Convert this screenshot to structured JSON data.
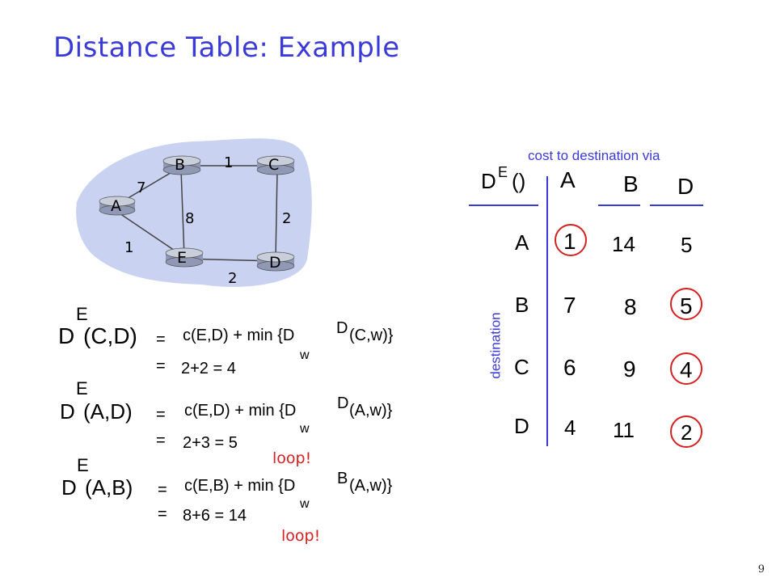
{
  "slide": {
    "title": "Distance Table: Example",
    "page_number": "9"
  },
  "network": {
    "nodes": [
      {
        "id": "A",
        "label": "A"
      },
      {
        "id": "B",
        "label": "B"
      },
      {
        "id": "C",
        "label": "C"
      },
      {
        "id": "D",
        "label": "D"
      },
      {
        "id": "E",
        "label": "E"
      }
    ],
    "edges": [
      {
        "from": "A",
        "to": "B",
        "cost": "7"
      },
      {
        "from": "A",
        "to": "E",
        "cost": "1"
      },
      {
        "from": "B",
        "to": "C",
        "cost": "1"
      },
      {
        "from": "B",
        "to": "E",
        "cost": "8"
      },
      {
        "from": "C",
        "to": "D",
        "cost": "2"
      },
      {
        "from": "E",
        "to": "D",
        "cost": "2"
      }
    ],
    "colors": {
      "cloud": "#c9d2f0",
      "node": "#8f98b4",
      "node_top": "#c8ceda"
    }
  },
  "equations": [
    {
      "lhs_main": "D",
      "lhs_super": "E",
      "lhs_args": "(C,D)",
      "eq1": "=",
      "rhs": "c(E,D) + min {D",
      "rhs_super": "D",
      "rhs_tail": "(C,w)}",
      "under": "w",
      "eq2": "=",
      "result": "2+2  = 4",
      "note": ""
    },
    {
      "lhs_main": "D",
      "lhs_super": "E",
      "lhs_args": "(A,D)",
      "eq1": "=",
      "rhs": "c(E,D) + min {D",
      "rhs_super": "D",
      "rhs_tail": "(A,w)}",
      "under": "w",
      "eq2": "=",
      "result": "2+3  = 5",
      "note": "loop!"
    },
    {
      "lhs_main": "D",
      "lhs_super": "E",
      "lhs_args": "(A,B)",
      "eq1": "=",
      "rhs": "c(E,B) + min {D",
      "rhs_super": "B",
      "rhs_tail": "(A,w)}",
      "under": "w",
      "eq2": "=",
      "result": "8+6  = 14",
      "note": "loop!"
    }
  ],
  "table": {
    "caption": "cost to destination via",
    "corner_main": "D",
    "corner_super": "E",
    "corner_parens": "()",
    "via_headers": [
      "A",
      "B",
      "D"
    ],
    "row_axis_label": "destination",
    "rows": [
      {
        "dest": "A",
        "values": [
          "1",
          "14",
          "5"
        ],
        "circled": [
          true,
          false,
          false
        ]
      },
      {
        "dest": "B",
        "values": [
          "7",
          "8",
          "5"
        ],
        "circled": [
          false,
          false,
          true
        ]
      },
      {
        "dest": "C",
        "values": [
          "6",
          "9",
          "4"
        ],
        "circled": [
          false,
          false,
          true
        ]
      },
      {
        "dest": "D",
        "values": [
          "4",
          "11",
          "2"
        ],
        "circled": [
          false,
          false,
          true
        ]
      }
    ],
    "colors": {
      "accent": "#3a3ad8",
      "circle": "#d32020"
    }
  }
}
